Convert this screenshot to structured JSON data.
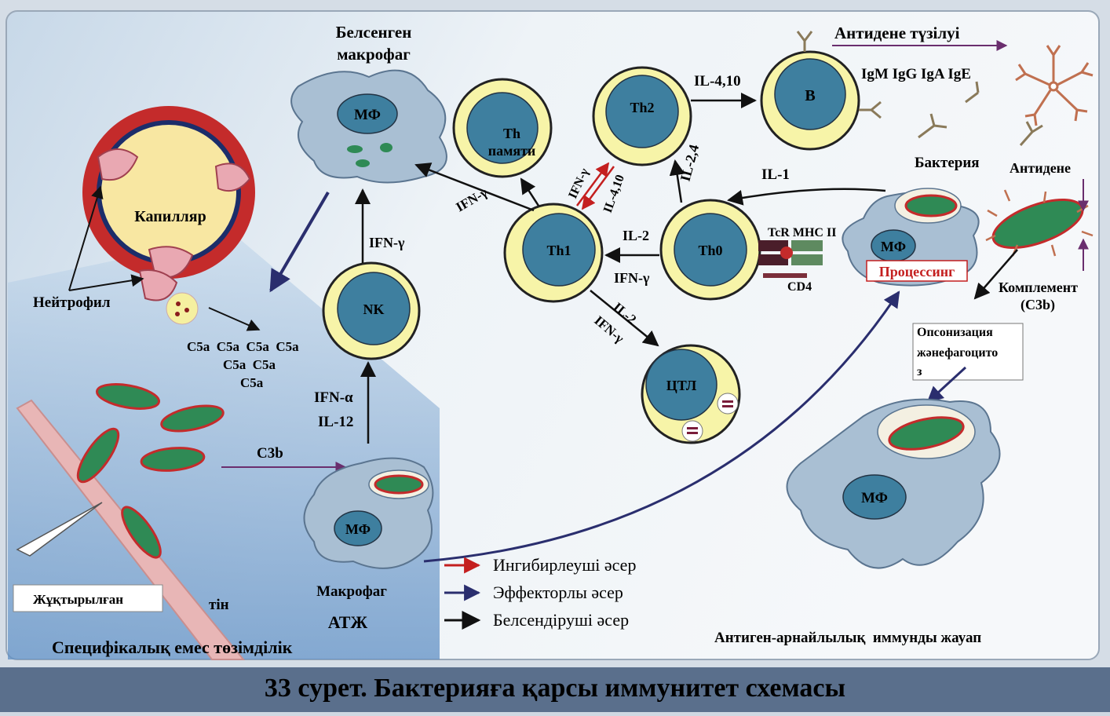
{
  "colors": {
    "activating": "#111111",
    "effector": "#2a2e6e",
    "inhibitory": "#c41f1f",
    "nucleus": "#3e7f9f",
    "cytoplasm": "#f7f4a8",
    "macrophage": "#a9bfd3",
    "bacteria": "#2f8a55",
    "capillary": "#c42b2b"
  },
  "cells": {
    "th_memory": [
      "Th",
      "памяти"
    ],
    "th2": "Th2",
    "b_cell": "B",
    "th1": "Th1",
    "th0": "Th0",
    "nk": "NK",
    "ctl": "ЦТЛ",
    "mf": "МФ"
  },
  "labels": {
    "activated_macrophage": [
      "Белсенген",
      "макрофаг"
    ],
    "antibody_formation": "Антидене түзілуі",
    "immunoglobulins": "IgM IgG IgA IgE",
    "bacteria": "Бактерия",
    "antibody": "Антидене",
    "capillary": "Капилляр",
    "neutrophil": "Нейтрофил",
    "processing": "Процессинг",
    "tcr_mhc": "TcR MHC II",
    "cd4": "CD4",
    "complement": [
      "Комплемент",
      "(C3b)"
    ],
    "opsonization": [
      "Опсонизация",
      "жәнефагоцито",
      "з"
    ],
    "macrophage": "Макрофаг",
    "atzh": "АТЖ",
    "infected_tissue": "Жұқтырылған",
    "tissue": "тін",
    "nonspecific": "Специфікалық емес төзімділік",
    "specific_response": "Антиген-арнайлылық  иммунды жауап",
    "c5a": [
      "C5a  C5a  C5a  C5a",
      "C5a  C5a",
      "C5a"
    ],
    "c3b": "C3b"
  },
  "cytokines": {
    "il_4_10_top": "IL-4,10",
    "il_2_4": "IL-2,4",
    "il_1": "IL-1",
    "ifn_g_th1_mf": "IFN-γ",
    "ifn_g_nk_mf": "IFN-γ",
    "ifn_g_red": "IFN-γ",
    "il_4_10_red": "IL-4,10",
    "il_2_th0_th1": "IL-2",
    "ifn_g_th0_th1": "IFN-γ",
    "il_2_ctl": "IL-2",
    "ifn_g_ctl": "IFN-γ",
    "ifn_a": "IFN-α",
    "il_12": "IL-12"
  },
  "legend": [
    {
      "label": "Ингибирлеуші әсер",
      "color": "#c41f1f"
    },
    {
      "label": "Эффекторлы әсер",
      "color": "#2a2e6e"
    },
    {
      "label": "Белсендіруші әсер",
      "color": "#111111"
    }
  ],
  "caption": "33 сурет. Бактерияға қарсы иммунитет схемасы"
}
